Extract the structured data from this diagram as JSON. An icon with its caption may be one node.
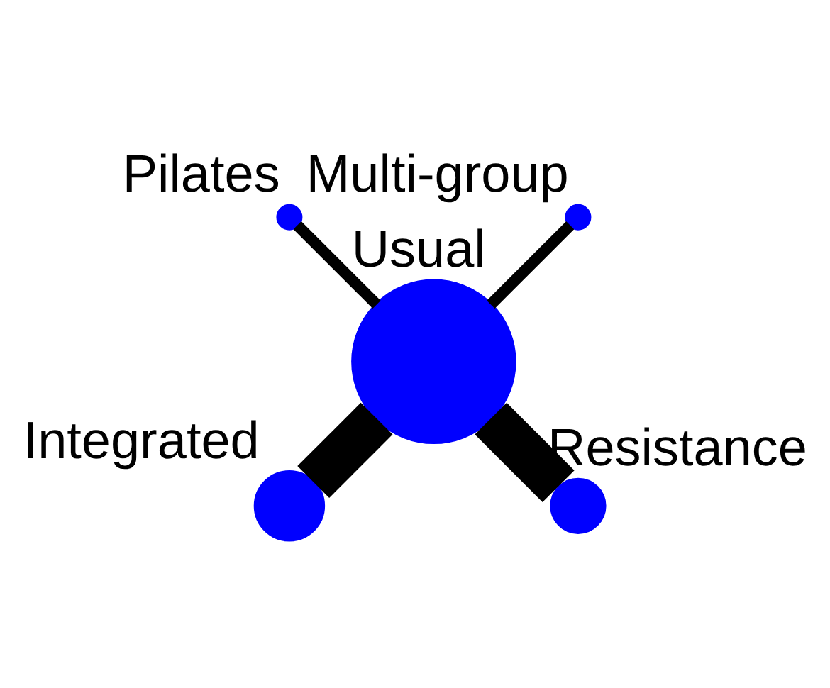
{
  "diagram": {
    "nodes": [
      {
        "text": [],
        "shape": "circle",
        "beside": [
          "Multi-group"
        ]
      },
      {
        "text": [],
        "shape": "circle",
        "beside": [
          "Pilates"
        ]
      },
      {
        "text": [],
        "shape": "circle",
        "beside": [
          "Integrated"
        ]
      },
      {
        "text": [],
        "shape": "circle",
        "beside": [
          "Resistance"
        ]
      },
      {
        "text": [],
        "shape": "circle",
        "beside": [
          "Usual"
        ]
      }
    ],
    "edges": [
      {
        "from": 4,
        "to": 0,
        "arrow": "none"
      },
      {
        "from": 4,
        "to": 1,
        "arrow": "none"
      },
      {
        "from": 4,
        "to": 2,
        "arrow": "none",
        "style": "thick"
      },
      {
        "from": 4,
        "to": 3,
        "arrow": "none",
        "style": "thick"
      }
    ]
  }
}
